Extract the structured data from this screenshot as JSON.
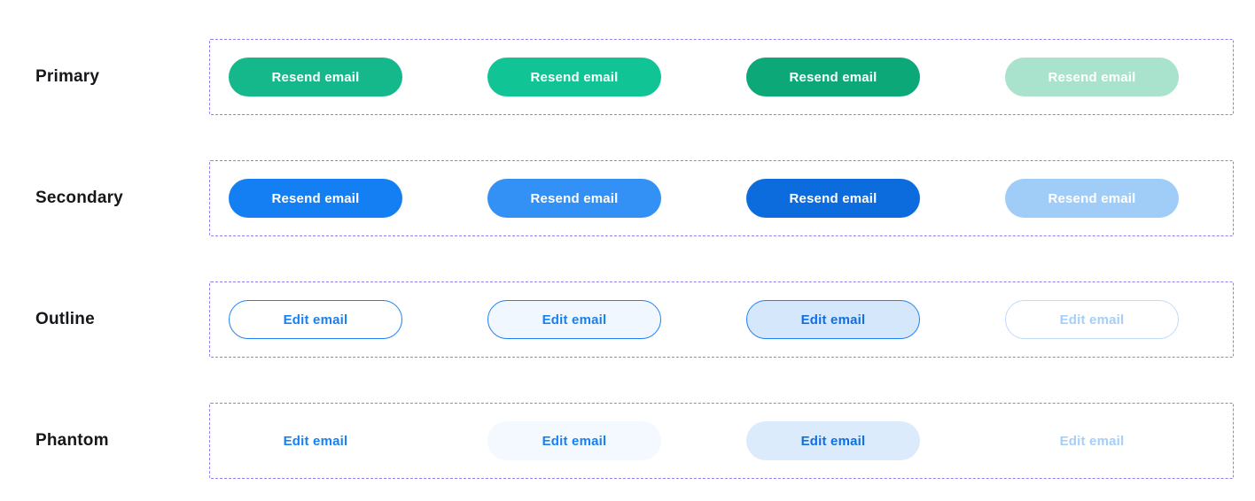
{
  "page": {
    "background": "#ffffff",
    "group_border_color": "#8f7ff0",
    "label_color": "#15171a"
  },
  "rows": [
    {
      "label": "Primary",
      "buttons": [
        {
          "label": "Resend email",
          "state": "default",
          "bg": "#14b88a",
          "text_color": "#ffffff",
          "border_color": "transparent"
        },
        {
          "label": "Resend email",
          "state": "hover",
          "bg": "#10c496",
          "text_color": "#ffffff",
          "border_color": "transparent"
        },
        {
          "label": "Resend email",
          "state": "pressed",
          "bg": "#0da878",
          "text_color": "#ffffff",
          "border_color": "transparent"
        },
        {
          "label": "Resend email",
          "state": "disabled",
          "bg": "#a9e2cd",
          "text_color": "#ffffff",
          "border_color": "transparent"
        }
      ]
    },
    {
      "label": "Secondary",
      "buttons": [
        {
          "label": "Resend email",
          "state": "default",
          "bg": "#147ff2",
          "text_color": "#ffffff",
          "border_color": "transparent"
        },
        {
          "label": "Resend email",
          "state": "hover",
          "bg": "#3390f5",
          "text_color": "#ffffff",
          "border_color": "transparent"
        },
        {
          "label": "Resend email",
          "state": "pressed",
          "bg": "#0c6bdd",
          "text_color": "#ffffff",
          "border_color": "transparent"
        },
        {
          "label": "Resend email",
          "state": "disabled",
          "bg": "#a0cdf8",
          "text_color": "#ffffff",
          "border_color": "transparent"
        }
      ]
    },
    {
      "label": "Outline",
      "buttons": [
        {
          "label": "Edit email",
          "state": "default",
          "bg": "#ffffff",
          "text_color": "#1780f2",
          "border_color": "#2081f2"
        },
        {
          "label": "Edit email",
          "state": "hover",
          "bg": "#f0f7fe",
          "text_color": "#1780f2",
          "border_color": "#2081f2"
        },
        {
          "label": "Edit email",
          "state": "pressed",
          "bg": "#d5e8fb",
          "text_color": "#0f6fe0",
          "border_color": "#2081f2"
        },
        {
          "label": "Edit email",
          "state": "disabled",
          "bg": "#ffffff",
          "text_color": "#a5cef8",
          "border_color": "#bfdcfa"
        }
      ]
    },
    {
      "label": "Phantom",
      "buttons": [
        {
          "label": "Edit email",
          "state": "default",
          "bg": "transparent",
          "text_color": "#1780f2",
          "border_color": "transparent"
        },
        {
          "label": "Edit email",
          "state": "hover",
          "bg": "#f3f9fe",
          "text_color": "#1780f2",
          "border_color": "transparent"
        },
        {
          "label": "Edit email",
          "state": "pressed",
          "bg": "#dcebfc",
          "text_color": "#0f6fe0",
          "border_color": "transparent"
        },
        {
          "label": "Edit email",
          "state": "disabled",
          "bg": "transparent",
          "text_color": "#a5cef8",
          "border_color": "transparent"
        }
      ]
    }
  ]
}
